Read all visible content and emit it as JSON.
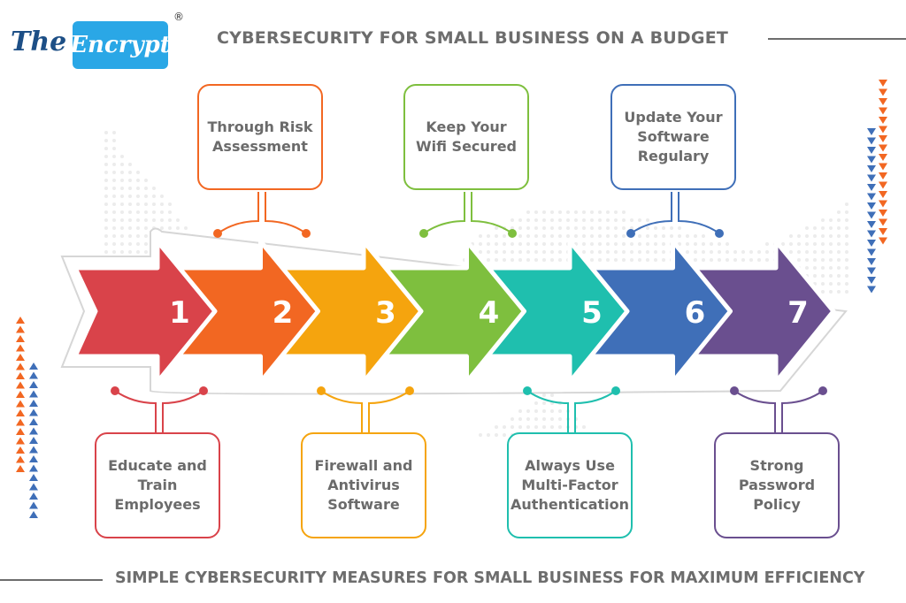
{
  "logo": {
    "text_the": "The",
    "text_encrypt": "Encrypt",
    "registered": "®"
  },
  "header": {
    "title": "CYBERSECURITY FOR SMALL BUSINESS ON A BUDGET"
  },
  "footer": {
    "subtitle": "SIMPLE CYBERSECURITY MEASURES FOR SMALL BUSINESS FOR MAXIMUM EFFICIENCY"
  },
  "steps": [
    {
      "number": "1",
      "label": "Educate and Train Employees",
      "color": "#d9434a",
      "position": "bottom"
    },
    {
      "number": "2",
      "label": "Through Risk Assessment",
      "color": "#f26722",
      "position": "top"
    },
    {
      "number": "3",
      "label": "Firewall and Antivirus Software",
      "color": "#f5a40e",
      "position": "bottom"
    },
    {
      "number": "4",
      "label": "Keep Your Wifi Secured",
      "color": "#7ebf3e",
      "position": "top"
    },
    {
      "number": "5",
      "label": "Always Use Multi-Factor Authentication",
      "color": "#1fbfae",
      "position": "bottom"
    },
    {
      "number": "6",
      "label": "Update Your Software Regulary",
      "color": "#3f6fb8",
      "position": "top"
    },
    {
      "number": "7",
      "label": "Strong Password Policy",
      "color": "#6a4f8f",
      "position": "bottom"
    }
  ],
  "decor": {
    "orange": "#f26722",
    "blue": "#3f6fb8"
  }
}
